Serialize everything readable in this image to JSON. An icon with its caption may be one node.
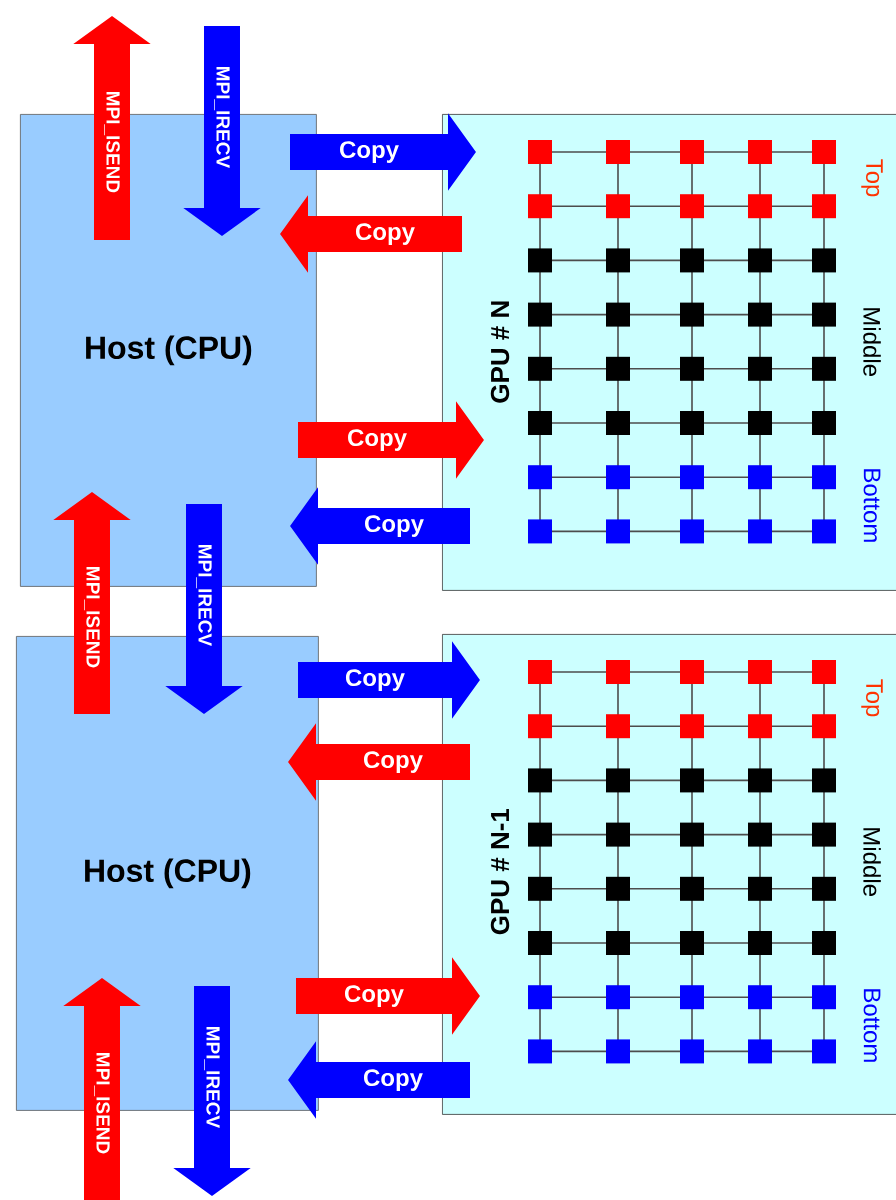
{
  "diagram": {
    "nodes": [
      {
        "text": [
          "Host (CPU)"
        ]
      },
      {
        "text": [
          "GPU # N",
          "Top",
          "Middle",
          "Bottom"
        ]
      },
      {
        "text": [
          "Host (CPU)"
        ]
      },
      {
        "text": [
          "GPU # N-1",
          "Top",
          "Middle",
          "Bottom"
        ]
      }
    ],
    "edges": [
      {
        "from": 0,
        "to": null,
        "arrow": "to",
        "label": "MPI_ISEND",
        "color": "#ff0000"
      },
      {
        "from": null,
        "to": 0,
        "arrow": "to",
        "label": "MPI_IRECV",
        "color": "#0000ff"
      },
      {
        "from": 2,
        "to": 0,
        "arrow": "to",
        "label": "MPI_ISEND",
        "color": "#ff0000"
      },
      {
        "from": 0,
        "to": 2,
        "arrow": "to",
        "label": "MPI_IRECV",
        "color": "#0000ff"
      },
      {
        "from": null,
        "to": 2,
        "arrow": "to",
        "label": "MPI_ISEND",
        "color": "#ff0000"
      },
      {
        "from": 2,
        "to": null,
        "arrow": "to",
        "label": "MPI_IRECV",
        "color": "#0000ff"
      },
      {
        "from": 0,
        "to": 1,
        "arrow": "to",
        "label": "Copy",
        "color": "#0000ff"
      },
      {
        "from": 1,
        "to": 0,
        "arrow": "to",
        "label": "Copy",
        "color": "#ff0000"
      },
      {
        "from": 0,
        "to": 1,
        "arrow": "to",
        "label": "Copy",
        "color": "#ff0000"
      },
      {
        "from": 1,
        "to": 0,
        "arrow": "to",
        "label": "Copy",
        "color": "#0000ff"
      },
      {
        "from": 2,
        "to": 3,
        "arrow": "to",
        "label": "Copy",
        "color": "#0000ff"
      },
      {
        "from": 3,
        "to": 2,
        "arrow": "to",
        "label": "Copy",
        "color": "#ff0000"
      },
      {
        "from": 2,
        "to": 3,
        "arrow": "to",
        "label": "Copy",
        "color": "#ff0000"
      },
      {
        "from": 3,
        "to": 2,
        "arrow": "to",
        "label": "Copy",
        "color": "#0000ff"
      }
    ]
  }
}
